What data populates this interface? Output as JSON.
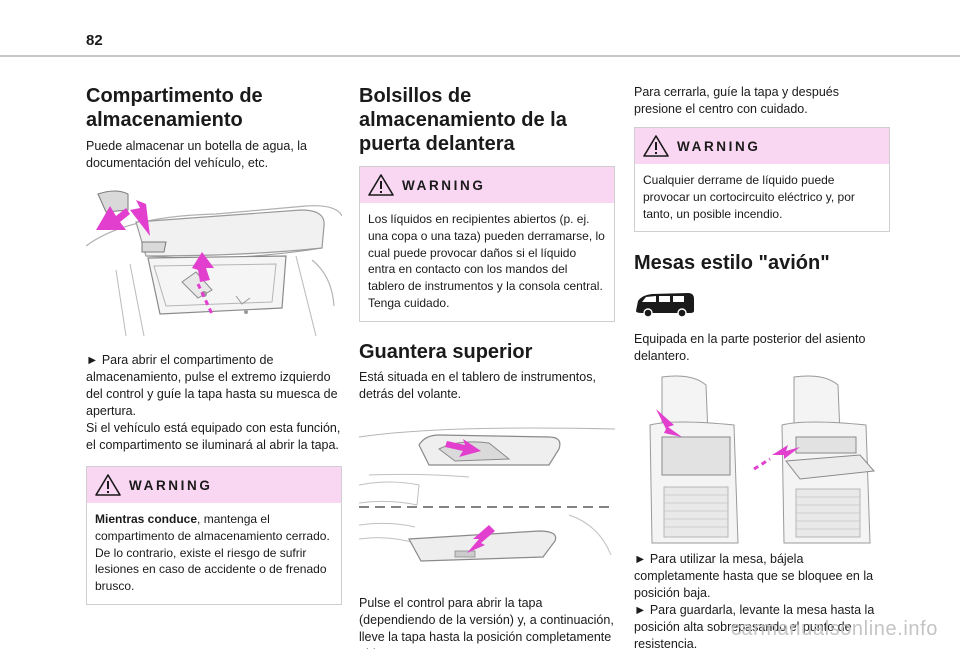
{
  "page_number": "82",
  "col1": {
    "title": "Compartimento de almacenamiento",
    "intro": "Puede almacenar un botella de agua, la documentación del vehículo, etc.",
    "step_text": "► Para abrir el compartimento de almacenamiento, pulse el extremo izquierdo del control y guíe la tapa hasta su muesca de apertura.",
    "note_text": "Si el vehículo está equipado con esta función, el compartimento se iluminará al abrir la tapa.",
    "warning": {
      "label": "WARNING",
      "bold": "Mientras conduce",
      "text": ", mantenga el compartimento de almacenamiento cerrado. De lo contrario, existe el riesgo de sufrir lesiones en caso de accidente o de frenado brusco."
    }
  },
  "col2": {
    "title": "Bolsillos de almacenamiento de la puerta delantera",
    "warning": {
      "label": "WARNING",
      "text": "Los líquidos en recipientes abiertos (p. ej. una copa o una taza) pueden derramarse, lo cual puede provocar daños si el líquido entra en contacto con los mandos del tablero de instrumentos y la consola central. Tenga cuidado."
    },
    "section_title": "Guantera superior",
    "section_intro": "Está situada en el tablero de instrumentos, detrás del volante.",
    "caption": "Pulse el control para abrir la tapa (dependiendo de la versión) y, a continuación, lleve la tapa hasta la posición completamente abierta."
  },
  "col3": {
    "close_text": "Para cerrarla, guíe la tapa y después presione el centro con cuidado.",
    "warning": {
      "label": "WARNING",
      "text": "Cualquier derrame de líquido puede provocar un cortocircuito eléctrico y, por tanto, un posible incendio."
    },
    "section_title": "Mesas estilo \"avión\"",
    "equip_text": "Equipada en la parte posterior del asiento delantero.",
    "step1": "► Para utilizar la mesa, bájela completamente hasta que se bloquee en la posición baja.",
    "step2": "► Para guardarla, levante la mesa hasta la posición alta sobrepasando el punto de resistencia."
  },
  "footer": "carmanualsonline.info",
  "colors": {
    "warning_bg": "#f9d6f2",
    "arrow": "#e23fcf",
    "rule": "#c7c7c7"
  }
}
